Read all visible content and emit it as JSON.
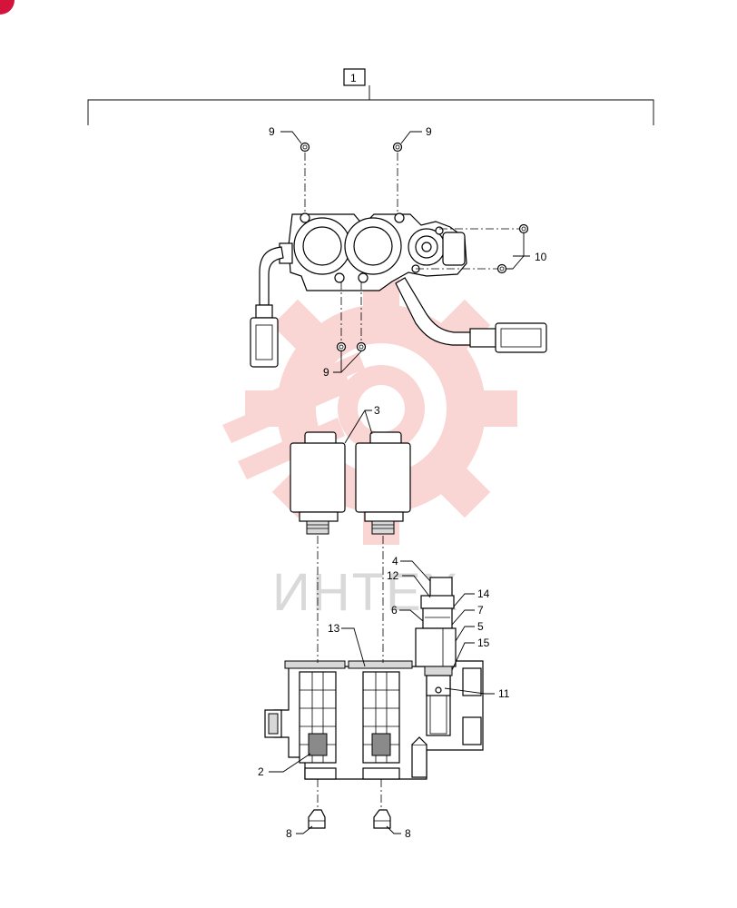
{
  "brand": {
    "watermark_text": "ИНТЕХ",
    "watermark_color": "#e8443c",
    "corner_mark_color": "#d4143a"
  },
  "assembly": {
    "ref": "1"
  },
  "callouts": {
    "c9_top_left": "9",
    "c9_top_right": "9",
    "c10": "10",
    "c9_bottom": "9",
    "c3": "3",
    "c4": "4",
    "c12": "12",
    "c14": "14",
    "c6": "6",
    "c7": "7",
    "c5": "5",
    "c13": "13",
    "c15": "15",
    "c11": "11",
    "c2": "2",
    "c8_left": "8",
    "c8_right": "8"
  }
}
